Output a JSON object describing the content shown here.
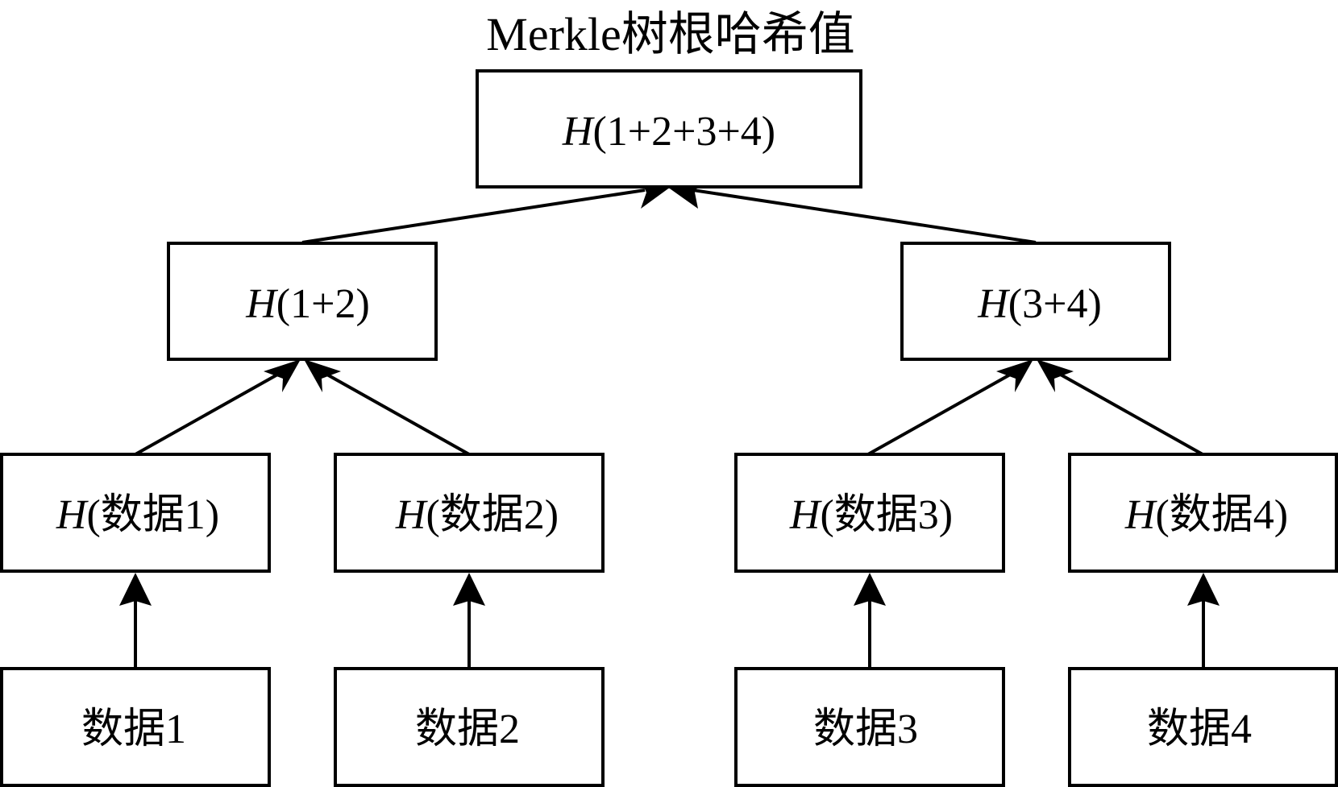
{
  "title": "Merkle树根哈希值",
  "hash_symbol": "H",
  "nodes": {
    "root": {
      "inner": "(1+2+3+4)"
    },
    "h12": {
      "inner": "(1+2)"
    },
    "h34": {
      "inner": "(3+4)"
    },
    "h1": {
      "inner": "(数据1)"
    },
    "h2": {
      "inner": "(数据2)"
    },
    "h3": {
      "inner": "(数据3)"
    },
    "h4": {
      "inner": "(数据4)"
    },
    "d1": {
      "label": "数据1"
    },
    "d2": {
      "label": "数据2"
    },
    "d3": {
      "label": "数据3"
    },
    "d4": {
      "label": "数据4"
    }
  },
  "colors": {
    "stroke": "#000000",
    "background": "#ffffff"
  }
}
